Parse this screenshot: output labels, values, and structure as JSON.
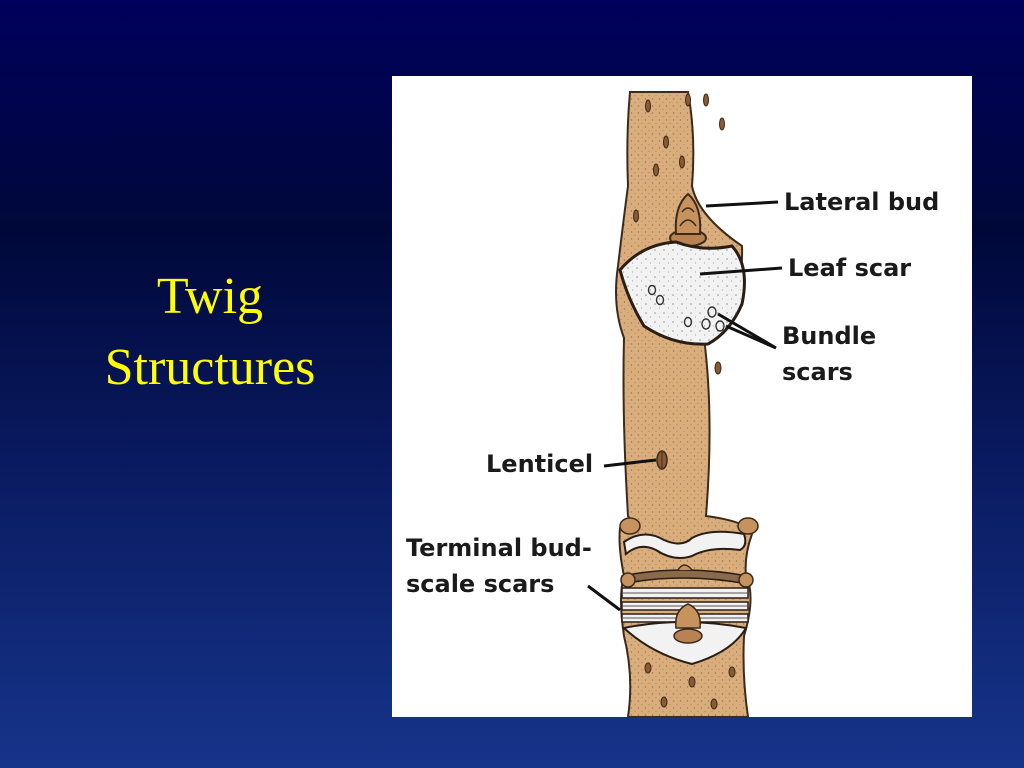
{
  "slide": {
    "title_line1": "Twig",
    "title_line2": "Structures"
  },
  "diagram": {
    "labels": {
      "lateral_bud": "Lateral bud",
      "leaf_scar": "Leaf scar",
      "bundle_scars_line1": "Bundle",
      "bundle_scars_line2": "scars",
      "lenticel": "Lenticel",
      "terminal_bud_line1": "Terminal bud-",
      "terminal_bud_line2": "scale scars"
    }
  },
  "colors": {
    "background": "#00005c",
    "title": "#ffff00",
    "twig_bark": "#d9ad7c",
    "twig_outline": "#3a2a1c",
    "scar_white": "#f2f2f2",
    "label_text": "#1a1a1a"
  }
}
